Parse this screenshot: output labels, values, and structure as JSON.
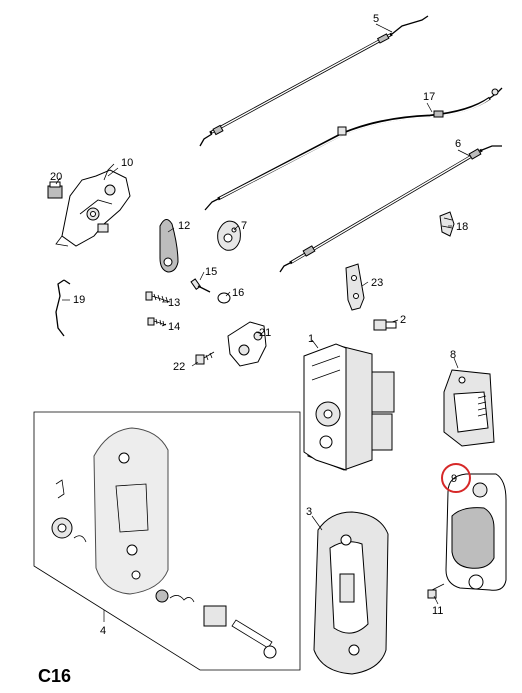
{
  "diagram": {
    "page_code": "C16",
    "highlighted_callout": "9",
    "highlight_color": "#d62828",
    "callouts": {
      "c1": "1",
      "c2": "2",
      "c3": "3",
      "c4": "4",
      "c5": "5",
      "c6": "6",
      "c7": "7",
      "c8": "8",
      "c9": "9",
      "c10": "10",
      "c11": "11",
      "c12": "12",
      "c13": "13",
      "c14": "14",
      "c15": "15",
      "c16": "16",
      "c17": "17",
      "c18": "18",
      "c19": "19",
      "c20": "20",
      "c21": "21",
      "c22": "22",
      "c23": "23"
    }
  }
}
